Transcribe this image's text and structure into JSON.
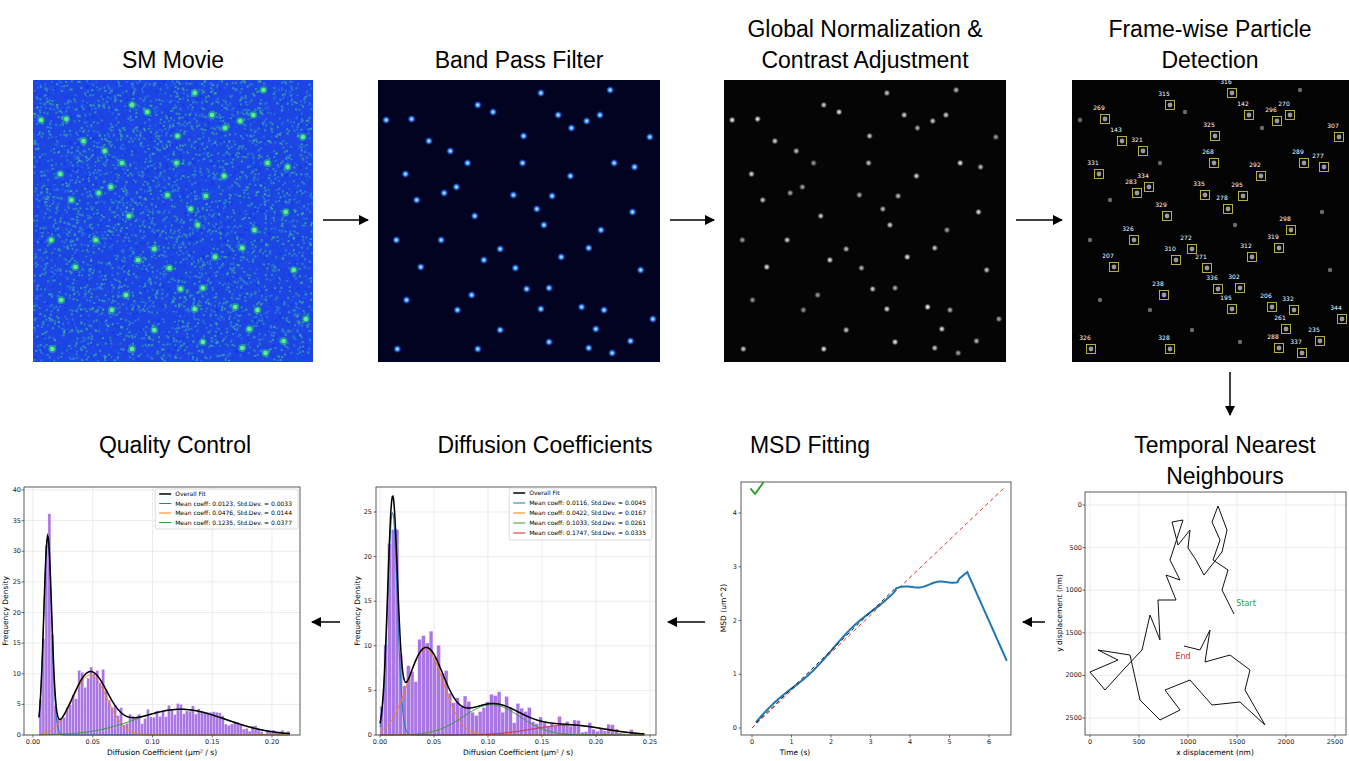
{
  "diagram": {
    "nodes": [
      {
        "text": [
          "SM Movie"
        ]
      },
      {
        "text": [
          "Band Pass Filter"
        ]
      },
      {
        "text": [
          "Global Normalization & Contrast Adjustment"
        ]
      },
      {
        "text": [
          "Frame-wise Particle Detection"
        ]
      },
      {
        "text": [
          "Quality Control"
        ]
      },
      {
        "text": [
          "Diffusion Coefficients"
        ]
      },
      {
        "text": [
          "MSD Fitting"
        ]
      },
      {
        "text": [
          "Temporal Nearest Neighbours"
        ]
      }
    ],
    "edges": [
      {
        "from": 0,
        "to": 1,
        "arrow": "to"
      },
      {
        "from": 1,
        "to": 2,
        "arrow": "to"
      },
      {
        "from": 2,
        "to": 3,
        "arrow": "to"
      },
      {
        "from": 3,
        "to": 7,
        "arrow": "to"
      },
      {
        "from": 7,
        "to": 6,
        "arrow": "to"
      },
      {
        "from": 6,
        "to": 5,
        "arrow": "to"
      },
      {
        "from": 5,
        "to": 4,
        "arrow": "to"
      }
    ],
    "labels": [
      "316",
      "315",
      "142",
      "270",
      "269",
      "296",
      "307",
      "325",
      "143",
      "321",
      "268",
      "289",
      "277",
      "331",
      "292",
      "334",
      "283",
      "335",
      "295",
      "278",
      "329",
      "298",
      "326",
      "319",
      "272",
      "312",
      "310",
      "207",
      "271",
      "336",
      "302",
      "238",
      "195",
      "206",
      "332",
      "344",
      "261",
      "235",
      "288",
      "326",
      "328",
      "337",
      "0",
      "5",
      "10",
      "15",
      "20",
      "25",
      "30",
      "35",
      "40",
      "0.00",
      "0.05",
      "0.10",
      "0.15",
      "0.20",
      "Frequency Density",
      "Diffusion Coefficient (µm² / s)",
      "0",
      "5",
      "10",
      "15",
      "20",
      "25",
      "0.00",
      "0.05",
      "0.10",
      "0.15",
      "0.20",
      "0.25",
      "Frequency Density",
      "Diffusion Coefficient (µm² / s)",
      "0",
      "1",
      "2",
      "3",
      "4",
      "0",
      "1",
      "2",
      "3",
      "4",
      "5",
      "6",
      "MSD (um^2)",
      "Time (s)",
      "0",
      "500",
      "1000",
      "1500",
      "2000",
      "2500",
      "0",
      "500",
      "1000",
      "1500",
      "2000",
      "2500",
      "y displacement (nm)",
      "x displacement (nm)",
      "Start",
      "End"
    ],
    "legend": [
      {
        "text": "Overall Fit"
      },
      {
        "text": "Mean coeff: 0.0123, Std.Dev. = 0.0033"
      },
      {
        "text": "Mean coeff: 0.0476, Std.Dev. = 0.0144"
      },
      {
        "text": "Mean coeff: 0.1235, Std.Dev. = 0.0377"
      },
      {
        "text": "Overall Fit"
      },
      {
        "text": "Mean coeff: 0.0116, Std.Dev. = 0.0045"
      },
      {
        "text": "Mean coeff: 0.0422, Std.Dev. = 0.0167"
      },
      {
        "text": "Mean coeff: 0.1033, Std.Dev. = 0.0261"
      },
      {
        "text": "Mean coeff: 0.1747, Std.Dev. = 0.0335"
      }
    ]
  }
}
